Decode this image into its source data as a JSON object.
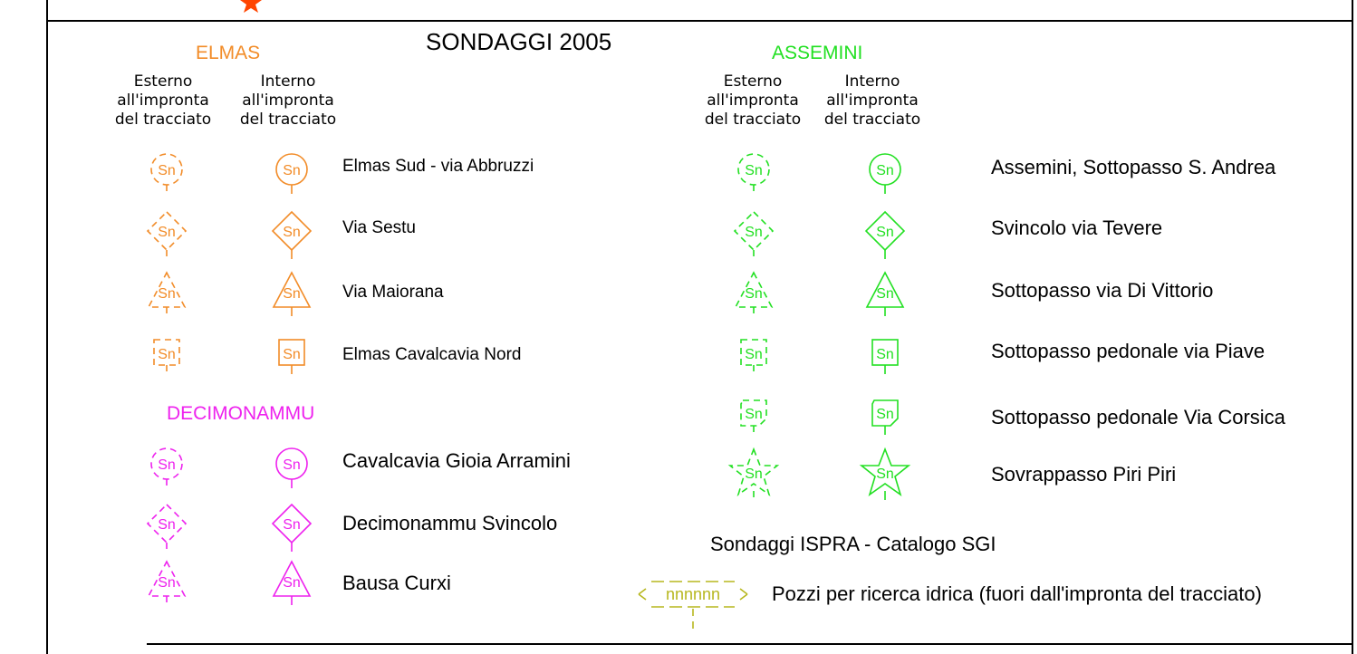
{
  "colors": {
    "elmas": "#f28c28",
    "assemini": "#22e022",
    "decimonammu": "#ee22ee",
    "ispra": "#b7b71e",
    "star_marker": "#ff4500",
    "frame": "#000000"
  },
  "title": "SONDAGGI 2005",
  "column_headers": {
    "esterno": "Esterno\nall'impronta\ndel tracciato",
    "interno": "Interno\nall'impronta\ndel tracciato"
  },
  "symbol_text": "Sn",
  "groups": {
    "elmas": {
      "title": "ELMAS",
      "items": [
        {
          "label": "Elmas Sud - via Abbruzzi",
          "shape": "circle"
        },
        {
          "label": "Via Sestu",
          "shape": "diamond"
        },
        {
          "label": "Via Maiorana",
          "shape": "triangle"
        },
        {
          "label": "Elmas Cavalcavia Nord",
          "shape": "square"
        }
      ]
    },
    "decimonammu": {
      "title": "DECIMONAMMU",
      "items": [
        {
          "label": "Cavalcavia Gioia Arramini",
          "shape": "circle"
        },
        {
          "label": "Decimonammu Svincolo",
          "shape": "diamond"
        },
        {
          "label": "Bausa Curxi",
          "shape": "triangle"
        }
      ]
    },
    "assemini": {
      "title": "ASSEMINI",
      "items": [
        {
          "label": "Assemini, Sottopasso S. Andrea",
          "shape": "circle"
        },
        {
          "label": "Svincolo via Tevere",
          "shape": "diamond"
        },
        {
          "label": "Sottopasso via Di Vittorio",
          "shape": "triangle"
        },
        {
          "label": "Sottopasso pedonale via Piave",
          "shape": "square"
        },
        {
          "label": "Sottopasso pedonale  Via Corsica",
          "shape": "notched"
        },
        {
          "label": "Sovrappasso Piri Piri",
          "shape": "star"
        }
      ]
    }
  },
  "ispra": {
    "title": "Sondaggi ISPRA - Catalogo SGI",
    "symbol_text": "nnnnnn",
    "label": "Pozzi per ricerca idrica (fuori dall'impronta del tracciato)"
  }
}
